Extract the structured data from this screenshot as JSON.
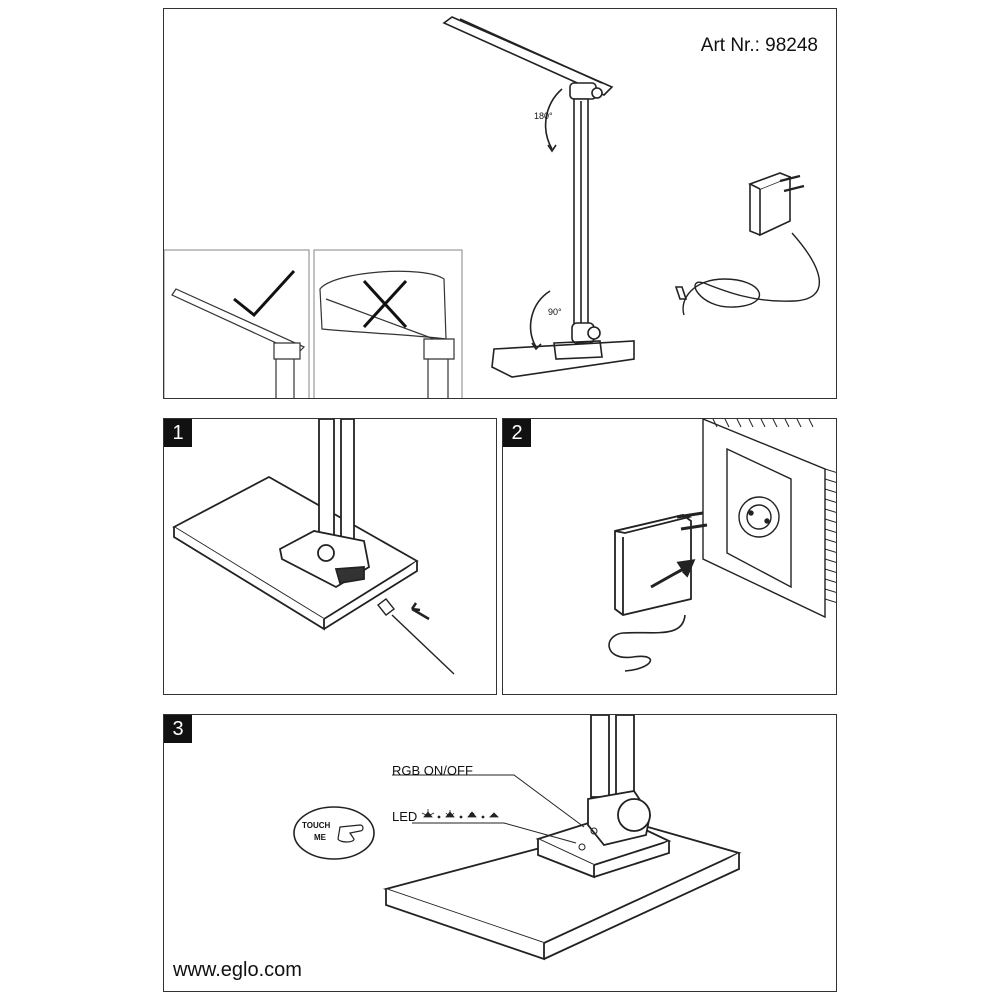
{
  "header": {
    "art_label": "Art Nr.: 98248"
  },
  "overview": {
    "angle_top": "180°",
    "angle_bottom": "90°"
  },
  "steps": [
    {
      "number": "1"
    },
    {
      "number": "2"
    },
    {
      "number": "3"
    }
  ],
  "controls": {
    "rgb_label": "RGB ON/OFF",
    "led_label": "LED",
    "touch_line1": "TOUCH",
    "touch_line2": "ME"
  },
  "footer": {
    "website": "www.eglo.com"
  }
}
